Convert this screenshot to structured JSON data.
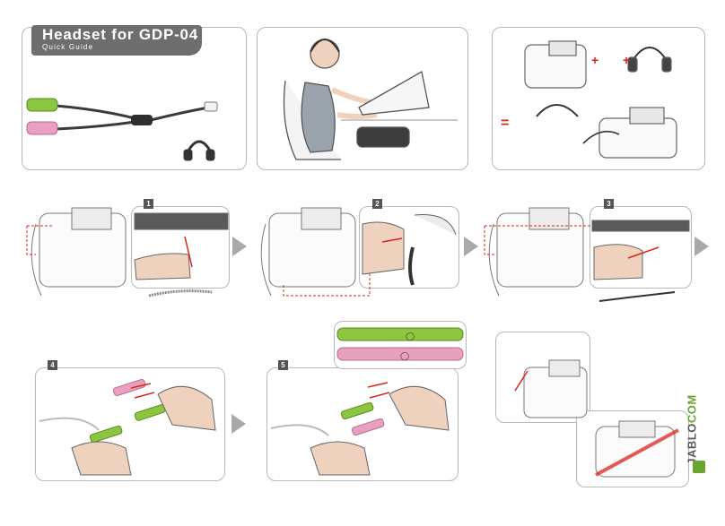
{
  "title": {
    "main": "Headset for GDP-04",
    "sub": "Quick Guide"
  },
  "steps": [
    "1",
    "2",
    "3",
    "4",
    "5"
  ],
  "equation": {
    "plus_1": "+",
    "plus_2": "+",
    "equals": "="
  },
  "brand": {
    "name_part1": "JABLO",
    "name_part2": "COM"
  },
  "colors": {
    "green": "#8cc63f",
    "pink": "#e8a0bf",
    "red": "#d7261e",
    "grey": "#6e6e6e"
  }
}
